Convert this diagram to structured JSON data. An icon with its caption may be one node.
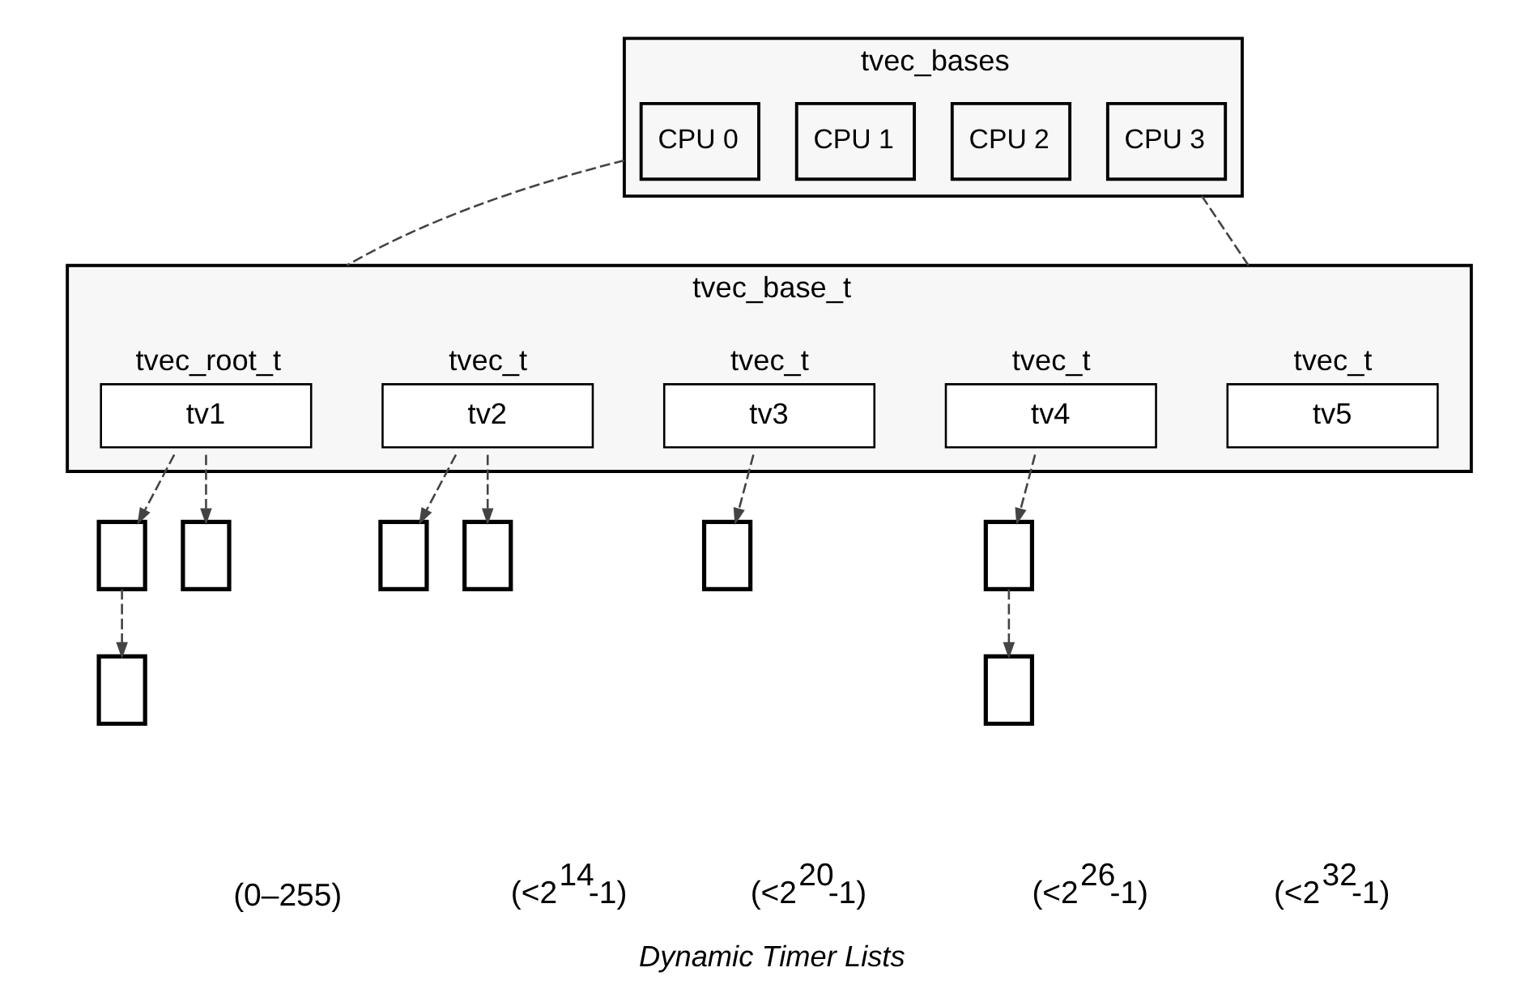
{
  "diagram": {
    "caption": "Dynamic Timer Lists",
    "nodes": [
      {
        "text": [
          "tvec_bases"
        ]
      },
      {
        "text": [
          "CPU 0"
        ],
        "in": 0
      },
      {
        "text": [
          "CPU 1"
        ],
        "in": 0
      },
      {
        "text": [
          "CPU 2"
        ],
        "in": 0
      },
      {
        "text": [
          "CPU 3"
        ],
        "in": 0
      },
      {
        "text": [
          "tvec_base_t"
        ]
      },
      {
        "text": [
          "tvec_root_t",
          "tv1"
        ],
        "in": 5
      },
      {
        "text": [
          "tvec_t",
          "tv2"
        ],
        "in": 5
      },
      {
        "text": [
          "tvec_t",
          "tv3"
        ],
        "in": 5
      },
      {
        "text": [
          "tvec_t",
          "tv4"
        ],
        "in": 5
      },
      {
        "text": [
          "tvec_t",
          "tv5"
        ],
        "in": 5
      },
      {
        "text": [],
        "shape": "box"
      },
      {
        "text": [],
        "shape": "box"
      },
      {
        "text": [],
        "shape": "box"
      },
      {
        "text": [],
        "shape": "box"
      },
      {
        "text": [],
        "shape": "box"
      },
      {
        "text": [],
        "shape": "box"
      },
      {
        "text": [],
        "shape": "box"
      },
      {
        "text": [],
        "shape": "box"
      }
    ],
    "edges": [
      {
        "from": 1,
        "to": 6,
        "arrow": "none",
        "style": "dashed"
      },
      {
        "from": 4,
        "to": 10,
        "arrow": "none",
        "style": "dashed"
      },
      {
        "from": 6,
        "to": 11,
        "arrow": "to",
        "style": "dashed"
      },
      {
        "from": 6,
        "to": 12,
        "arrow": "to",
        "style": "dashed"
      },
      {
        "from": 11,
        "to": 13,
        "arrow": "to",
        "style": "dashed"
      },
      {
        "from": 7,
        "to": 14,
        "arrow": "to",
        "style": "dashed"
      },
      {
        "from": 7,
        "to": 15,
        "arrow": "to",
        "style": "dashed"
      },
      {
        "from": 8,
        "to": 16,
        "arrow": "to",
        "style": "dashed"
      },
      {
        "from": 9,
        "to": 17,
        "arrow": "to",
        "style": "dashed"
      },
      {
        "from": 17,
        "to": 18,
        "arrow": "to",
        "style": "dashed"
      }
    ],
    "labels": [
      "(0–255)",
      "(<2$^{14}$-1)",
      "(<2$^{20}$-1)",
      "(<2$^{26}$-1)",
      "(<2$^{32}$-1)"
    ]
  }
}
